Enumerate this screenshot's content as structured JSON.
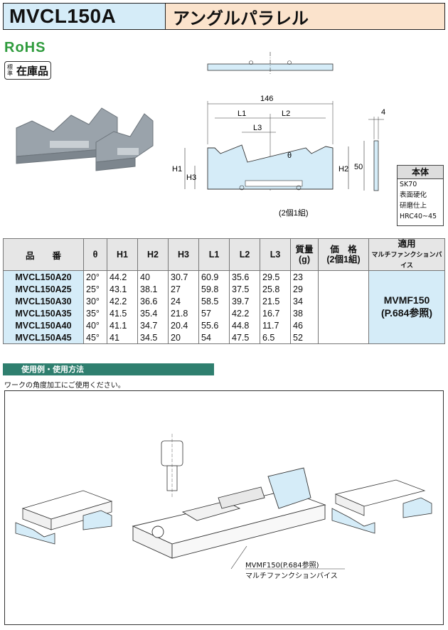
{
  "header": {
    "model": "MVCL150A",
    "name": "アングルパラレル"
  },
  "badges": {
    "rohs": "RoHS",
    "stock_small": "標準",
    "stock_main": "在庫品"
  },
  "drawing": {
    "dim_146": "146",
    "L1": "L1",
    "L2": "L2",
    "L3": "L3",
    "theta": "θ",
    "H1": "H1",
    "H2": "H2",
    "H3": "H3",
    "dim_50": "50",
    "dim_4": "4",
    "pair_note": "(2個1組)"
  },
  "material": {
    "title": "本体",
    "lines": [
      "SK70",
      "表面硬化",
      "研磨仕上",
      "HRC40~45"
    ]
  },
  "table": {
    "headers": {
      "model": "品　　番",
      "theta": "θ",
      "H1": "H1",
      "H2": "H2",
      "H3": "H3",
      "L1": "L1",
      "L2": "L2",
      "L3": "L3",
      "mass": "質量",
      "mass_unit": "(g)",
      "price": "価　格",
      "price_unit": "(2個1組)",
      "compat": "適用",
      "compat_sub": "マルチファンクションバイス"
    },
    "rows": [
      {
        "model": "MVCL150A20",
        "theta": "20°",
        "H1": "44.2",
        "H2": "40",
        "H3": "30.7",
        "L1": "60.9",
        "L2": "35.6",
        "L3": "29.5",
        "mass": "23"
      },
      {
        "model": "MVCL150A25",
        "theta": "25°",
        "H1": "43.1",
        "H2": "38.1",
        "H3": "27",
        "L1": "59.8",
        "L2": "37.5",
        "L3": "25.8",
        "mass": "29"
      },
      {
        "model": "MVCL150A30",
        "theta": "30°",
        "H1": "42.2",
        "H2": "36.6",
        "H3": "24",
        "L1": "58.5",
        "L2": "39.7",
        "L3": "21.5",
        "mass": "34"
      },
      {
        "model": "MVCL150A35",
        "theta": "35°",
        "H1": "41.5",
        "H2": "35.4",
        "H3": "21.8",
        "L1": "57",
        "L2": "42.2",
        "L3": "16.7",
        "mass": "38"
      },
      {
        "model": "MVCL150A40",
        "theta": "40°",
        "H1": "41.1",
        "H2": "34.7",
        "H3": "20.4",
        "L1": "55.6",
        "L2": "44.8",
        "L3": "11.7",
        "mass": "46"
      },
      {
        "model": "MVCL150A45",
        "theta": "45°",
        "H1": "41",
        "H2": "34.5",
        "H3": "20",
        "L1": "54",
        "L2": "47.5",
        "L3": "6.5",
        "mass": "52"
      }
    ],
    "compat_model": "MVMF150",
    "compat_ref": "(P.684参照)"
  },
  "usage": {
    "title": "使用例・使用方法",
    "desc": "ワークの角度加工にご使用ください。",
    "vise_label": "MVMF150(P.684参照)",
    "vise_sub": "マルチファンクションバイス"
  }
}
